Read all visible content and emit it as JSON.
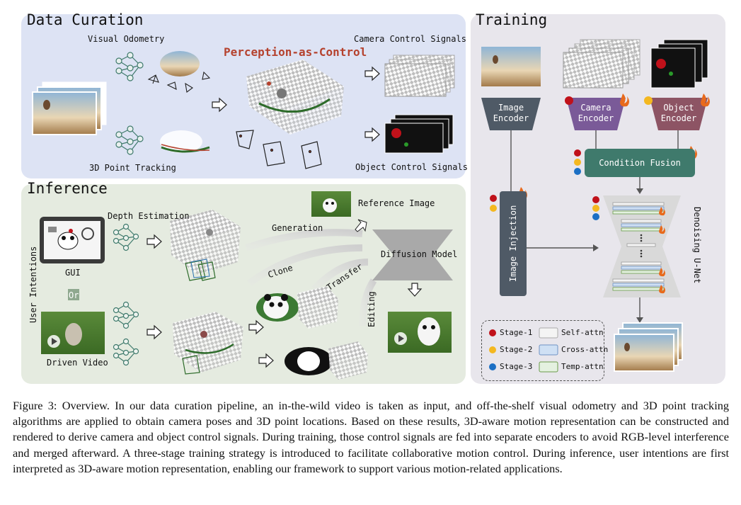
{
  "panels": {
    "data_curation": "Data Curation",
    "inference": "Inference",
    "training": "Training"
  },
  "data_curation": {
    "visual_odometry": "Visual Odometry",
    "point_tracking": "3D Point Tracking",
    "perception_as_control": "Perception-as-Control",
    "camera_signals": "Camera Control Signals",
    "object_signals": "Object Control Signals"
  },
  "inference": {
    "depth_estimation": "Depth Estimation",
    "user_intentions": "User Intentions",
    "gui": "GUI",
    "or": "Or",
    "driven_video": "Driven Video",
    "generation": "Generation",
    "clone": "Clone",
    "transfer": "Transfer",
    "editing": "Editing",
    "reference_image": "Reference Image",
    "diffusion_model": "Diffusion Model"
  },
  "training": {
    "image_encoder": "Image\nEncoder",
    "camera_encoder": "Camera\nEncoder",
    "object_encoder": "Object\nEncoder",
    "condition_fusion": "Condition Fusion",
    "image_injection": "Image Injection",
    "denoising_unet": "Denoising U-Net",
    "legend": {
      "stage1": "Stage-1",
      "stage2": "Stage-2",
      "stage3": "Stage-3",
      "self_attn": "Self-attn",
      "cross_attn": "Cross-attn",
      "temp_attn": "Temp-attn"
    }
  },
  "colors": {
    "stage1": "#c0111a",
    "stage2": "#f4b820",
    "stage3": "#1b6fc4",
    "encoder_dark": "#4f5a66",
    "camera_encoder": "#7a5a98",
    "object_encoder": "#8d5464",
    "condition_fusion": "#3f7a6c",
    "accent_title": "#b5422e"
  },
  "caption": "Figure 3: Overview. In our data curation pipeline, an in-the-wild video is taken as input, and off-the-shelf visual odometry and 3D point tracking algorithms are applied to obtain camera poses and 3D point locations. Based on these results, 3D-aware motion representation can be constructed and rendered to derive camera and object control signals. During training, those control signals are fed into separate encoders to avoid RGB-level interference and merged afterward. A three-stage training strategy is introduced to facilitate collaborative motion control. During inference, user intentions are first interpreted as 3D-aware motion representation, enabling our framework to support various motion-related applications."
}
